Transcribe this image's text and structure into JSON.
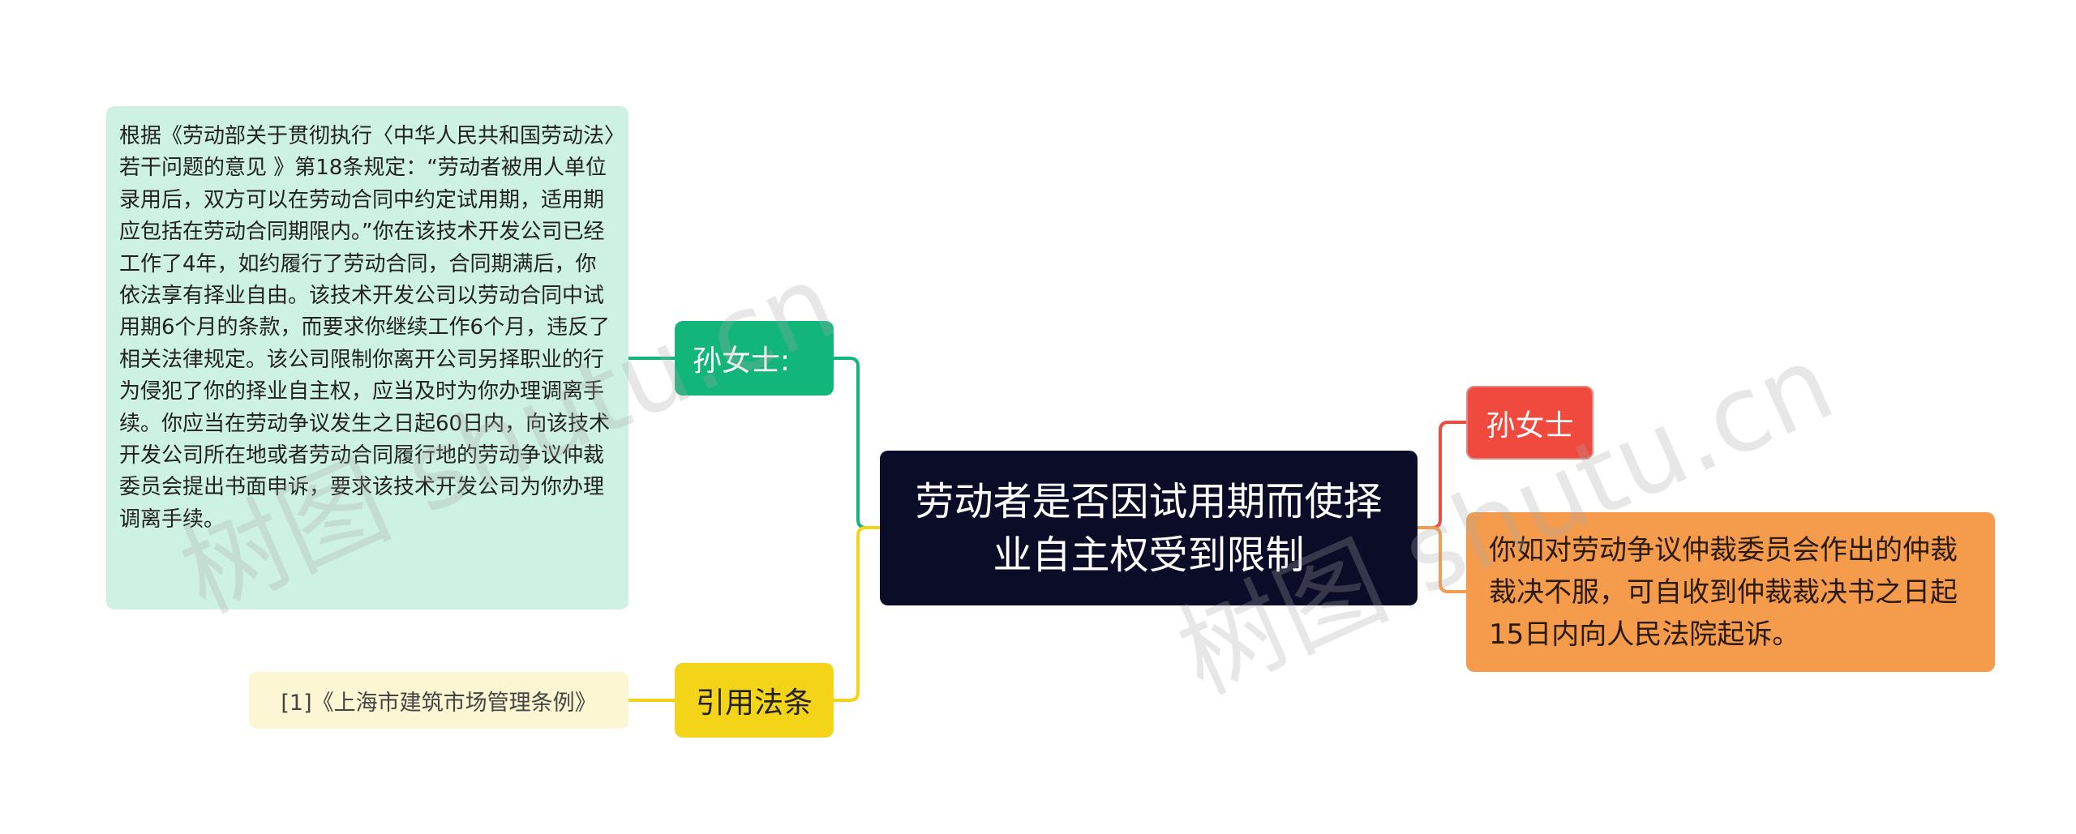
{
  "mindmap": {
    "root": {
      "text": "劳动者是否因试用期而使择业自主权受到限制"
    },
    "left_branches": [
      {
        "label": "孙女士:",
        "color": "#12b57a",
        "leaf": "根据《劳动部关于贯彻执行〈中华人民共和国劳动法〉若干问题的意见 》第18条规定：“劳动者被用人单位录用后，双方可以在劳动合同中约定试用期，适用期应包括在劳动合同期限内。”你在该技术开发公司已经工作了4年，如约履行了劳动合同，合同期满后，你依法享有择业自由。该技术开发公司以劳动合同中试用期6个月的条款，而要求你继续工作6个月，违反了相关法律规定。该公司限制你离开公司另择职业的行为侵犯了你的择业自主权，应当及时为你办理调离手续。你应当在劳动争议发生之日起60日内，向该技术开发公司所在地或者劳动合同履行地的劳动争议仲裁委员会提出书面申诉，要求该技术开发公司为你办理调离手续。"
      },
      {
        "label": "引用法条",
        "color": "#f4d418",
        "leaf": "[1]《上海市建筑市场管理条例》"
      }
    ],
    "right_branches": [
      {
        "label": "孙女士",
        "color": "#f04a3e"
      },
      {
        "label": "你如对劳动争议仲裁委员会作出的仲裁裁决不服，可自收到仲裁裁决书之日起15日内向人民法院起诉。",
        "color": "#f49b4c"
      }
    ]
  },
  "watermarks": [
    "树图 shutu.cn",
    "树图 shutu.cn"
  ]
}
